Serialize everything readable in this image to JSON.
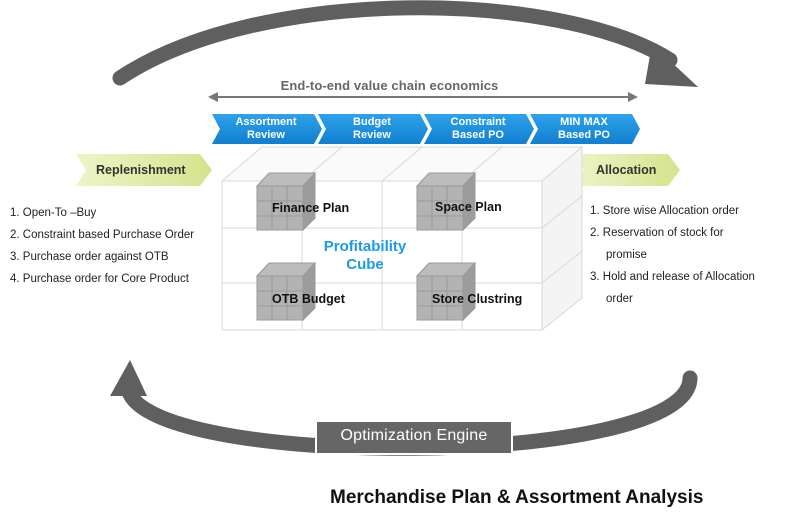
{
  "header": {
    "value_chain_label": "End-to-end value chain economics"
  },
  "steps": [
    {
      "line1": "Assortment",
      "line2": "Review"
    },
    {
      "line1": "Budget",
      "line2": "Review"
    },
    {
      "line1": "Constraint",
      "line2": "Based PO"
    },
    {
      "line1": "MIN MAX",
      "line2": "Based PO"
    }
  ],
  "replenishment": {
    "label": "Replenishment",
    "items": [
      "1. Open-To –Buy",
      "2. Constraint based Purchase Order",
      "3. Purchase order against OTB",
      "4. Purchase order for Core Product"
    ]
  },
  "allocation": {
    "label": "Allocation",
    "items": [
      {
        "line1": "1. Store wise Allocation order",
        "line2": ""
      },
      {
        "line1": "2. Reservation of stock for",
        "line2": "promise"
      },
      {
        "line1": "3. Hold and release of Allocation",
        "line2": "order"
      }
    ]
  },
  "cube": {
    "title_line1": "Profitability",
    "title_line2": "Cube",
    "cells": [
      "Finance Plan",
      "Space Plan",
      "OTB Budget",
      "Store Clustring"
    ]
  },
  "engine": {
    "label": "Optimization Engine"
  },
  "footer": {
    "title": "Merchandise Plan & Assortment Analysis"
  },
  "colors": {
    "step_blue": "#1a8fe0",
    "side_green": "#dfe9a8",
    "cube_title_blue": "#1a9be8",
    "engine_bg": "#666666",
    "arrow_gray": "#666666"
  }
}
